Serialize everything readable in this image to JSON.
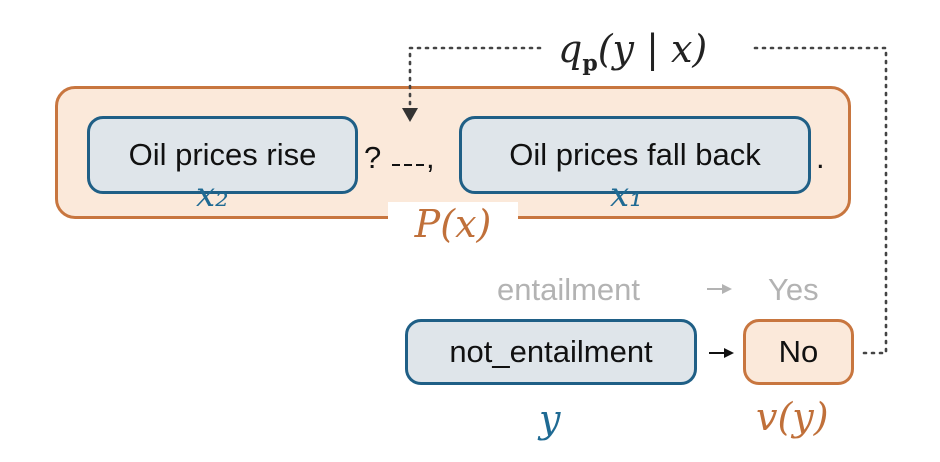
{
  "input": {
    "x2_text": "Oil prices rise",
    "x1_text": "Oil prices fall back",
    "question_mark": "?",
    "comma": ",",
    "period": ".",
    "x2_symbol": "x₂",
    "x1_symbol": "x₁",
    "pattern_symbol": "P(x)"
  },
  "query": {
    "prefix": "q",
    "sub": "p",
    "suffix": "(y | x)"
  },
  "verbalizer": {
    "alt_label": "entailment",
    "alt_answer": "Yes",
    "label": "not_entailment",
    "label_symbol": "y",
    "answer": "No",
    "answer_symbol": "v(y)"
  },
  "colors": {
    "orange": "#c8763f",
    "orange_fill": "#fbe9da",
    "blue": "#1f5f86",
    "blue_fill": "#dfe5ea",
    "grey": "#b3b3b3"
  }
}
